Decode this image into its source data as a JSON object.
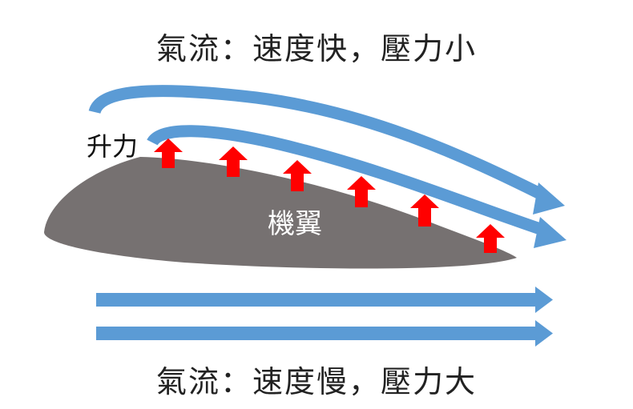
{
  "labels": {
    "top_caption": "氣流：速度快，壓力小",
    "bottom_caption": "氣流：速度慢，壓力大",
    "lift": "升力",
    "wing": "機翼"
  },
  "colors": {
    "airflow": "#5b9bd5",
    "wing": "#767171",
    "lift_arrow": "#ff0000",
    "background": "#ffffff"
  },
  "diagram": {
    "upper_airflow_arrows": 2,
    "lower_airflow_arrows": 2,
    "lift_arrows": 6
  }
}
